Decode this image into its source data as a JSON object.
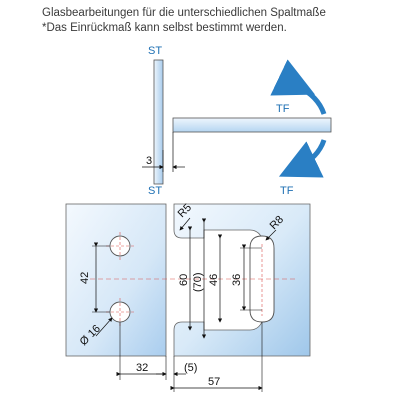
{
  "header": {
    "line1": "Glasbearbeitungen für die unterschiedlichen Spaltmaße",
    "line2": "*Das Einrückmaß kann selbst bestimmt werden."
  },
  "top_view": {
    "st_label": "ST",
    "tf_label": "TF",
    "gap_dim": "3"
  },
  "front_view": {
    "st_label": "ST",
    "tf_label": "TF",
    "dims": {
      "r5": "R5",
      "r8": "R8",
      "d42": "42",
      "d16": "Ø 16",
      "d60": "60",
      "d70": "(70)",
      "d46": "46",
      "d36": "36",
      "d32": "32",
      "d5": "(5)",
      "d57": "57"
    }
  },
  "colors": {
    "glass_light": "#e6f1fb",
    "glass_dark": "#7fb2dd",
    "label_blue": "#1d6fb3",
    "arrow_blue": "#2a7fc4",
    "center_line": "#d9534f"
  }
}
